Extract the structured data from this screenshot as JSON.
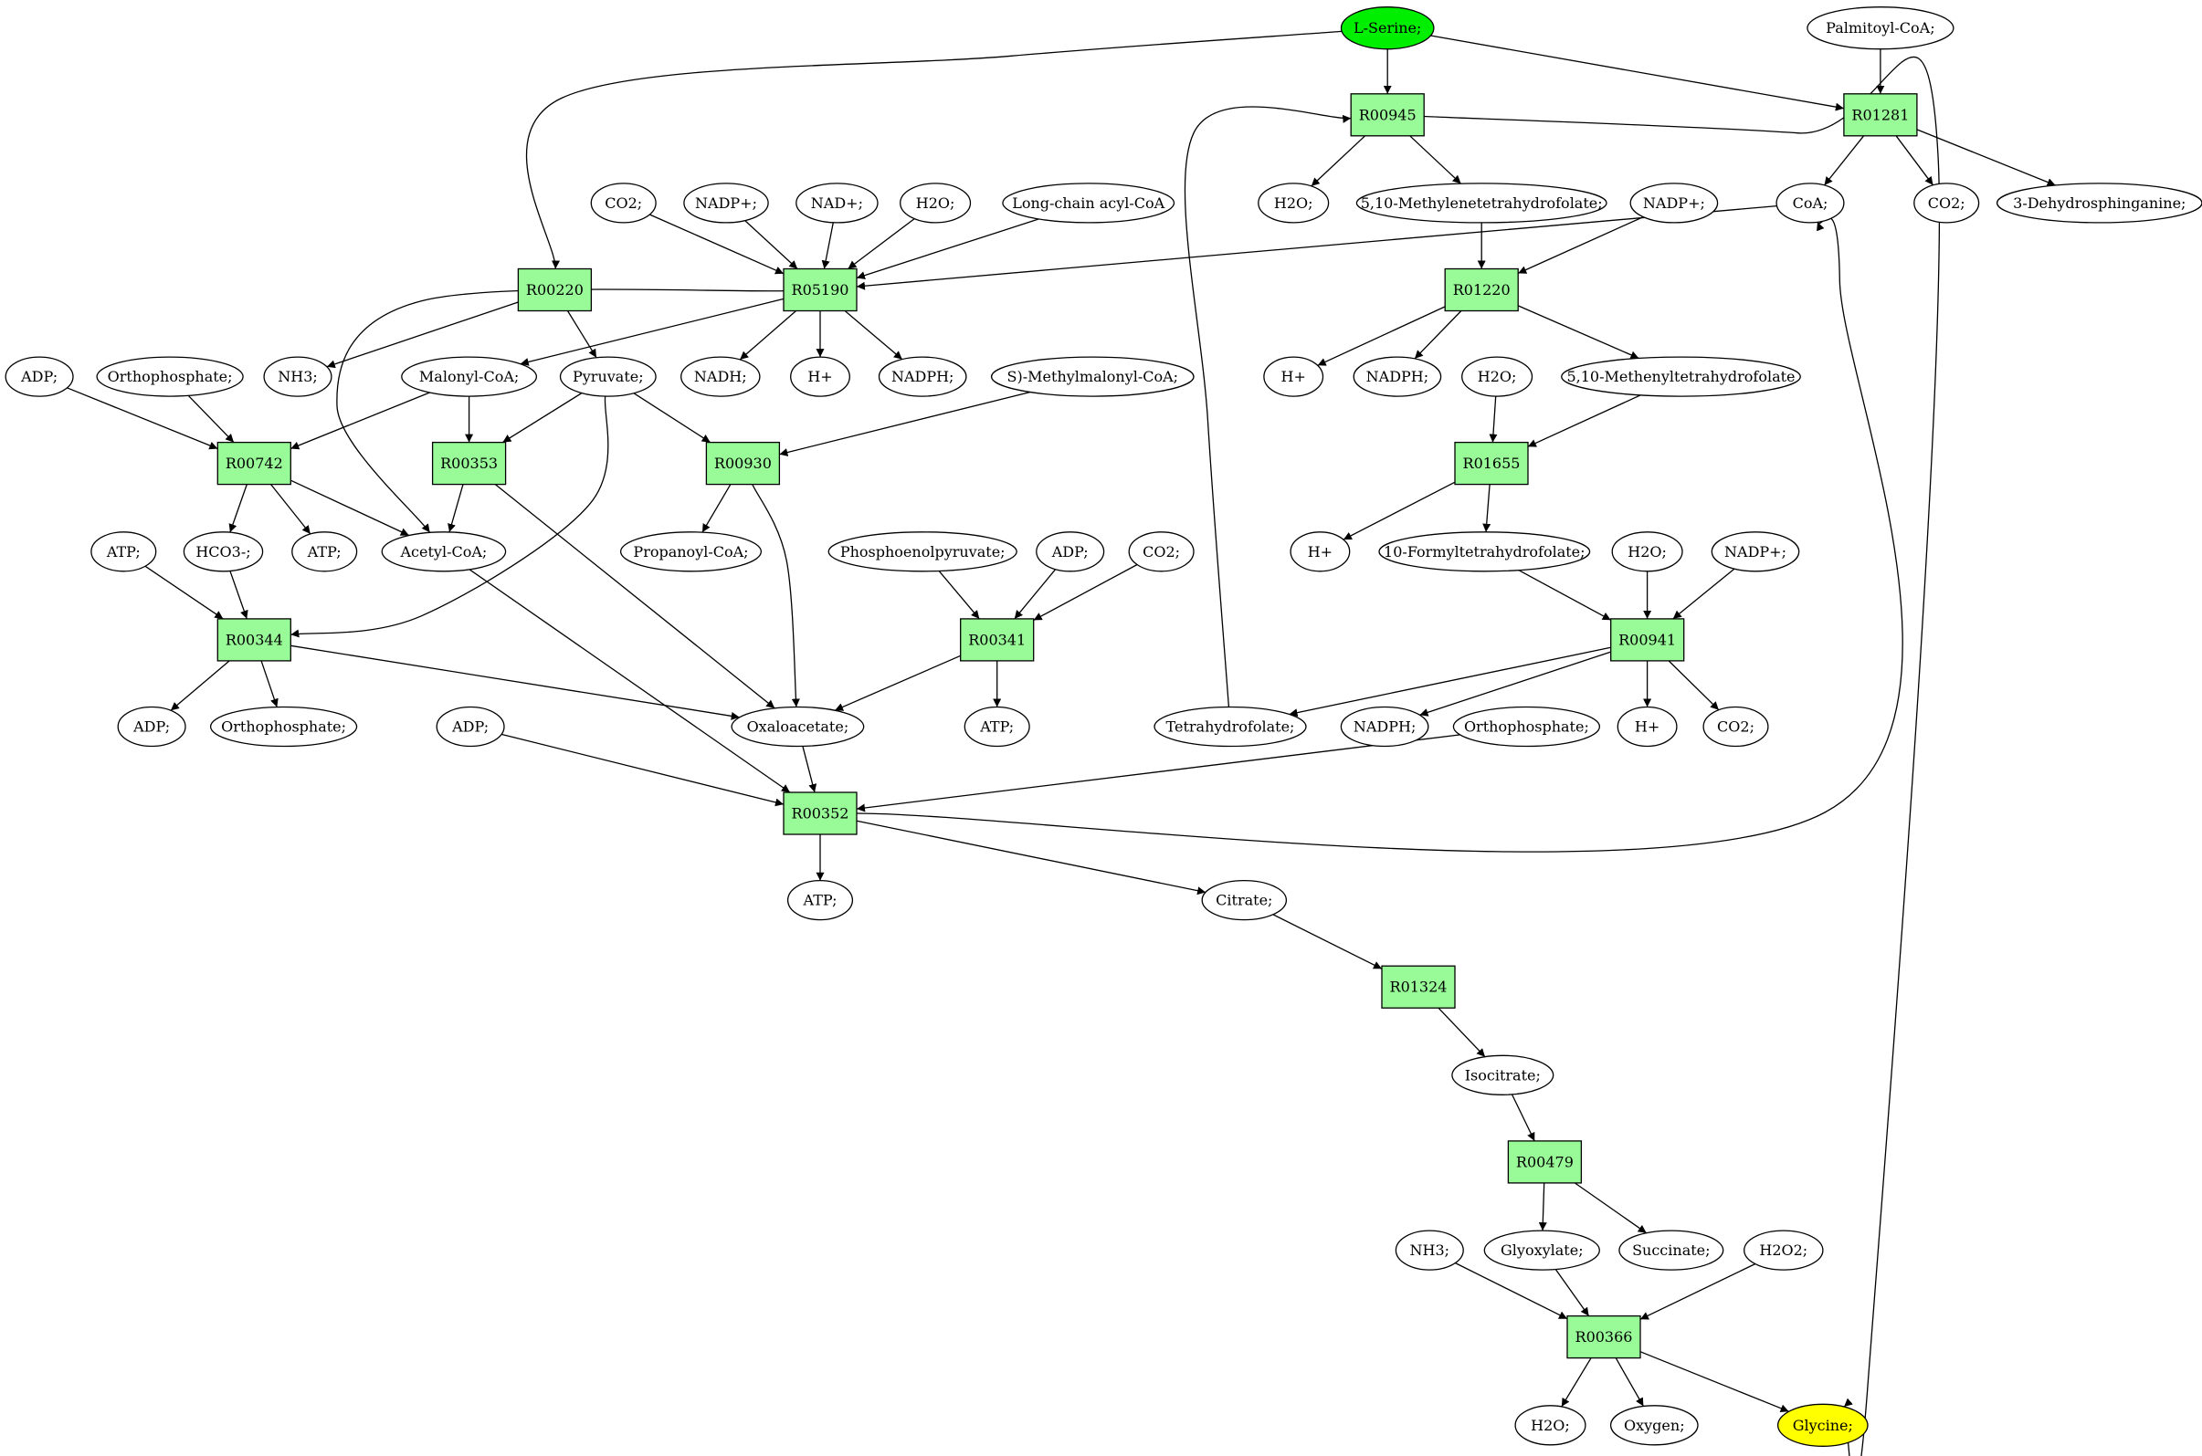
{
  "colors": {
    "reaction_fill": "#98fb98",
    "start_fill": "#00ee00",
    "end_fill": "#ffff00",
    "metabolite_fill": "#ffffff",
    "stroke": "#000000"
  },
  "nodes": [
    {
      "id": "L-Serine",
      "label": "L-Serine;",
      "kind": "start"
    },
    {
      "id": "Palmitoyl-CoA",
      "label": "Palmitoyl-CoA;",
      "kind": "metabolite"
    },
    {
      "id": "R00945",
      "label": "R00945",
      "kind": "reaction"
    },
    {
      "id": "R01281",
      "label": "R01281",
      "kind": "reaction"
    },
    {
      "id": "CO2_a",
      "label": "CO2;",
      "kind": "metabolite"
    },
    {
      "id": "NADP_a",
      "label": "NADP+;",
      "kind": "metabolite"
    },
    {
      "id": "NAD_a",
      "label": "NAD+;",
      "kind": "metabolite"
    },
    {
      "id": "H2O_a",
      "label": "H2O;",
      "kind": "metabolite"
    },
    {
      "id": "LongChain",
      "label": "Long-chain acyl-CoA",
      "kind": "metabolite"
    },
    {
      "id": "H2O_b",
      "label": "H2O;",
      "kind": "metabolite"
    },
    {
      "id": "MethyleneTHF",
      "label": "5,10-Methylenetetrahydrofolate;",
      "kind": "metabolite"
    },
    {
      "id": "NADP_b",
      "label": "NADP+;",
      "kind": "metabolite"
    },
    {
      "id": "CoA",
      "label": "CoA;",
      "kind": "metabolite"
    },
    {
      "id": "CO2_b",
      "label": "CO2;",
      "kind": "metabolite"
    },
    {
      "id": "Dehydrosph",
      "label": "3-Dehydrosphinganine;",
      "kind": "metabolite"
    },
    {
      "id": "R00220",
      "label": "R00220",
      "kind": "reaction"
    },
    {
      "id": "R05190",
      "label": "R05190",
      "kind": "reaction"
    },
    {
      "id": "R01220",
      "label": "R01220",
      "kind": "reaction"
    },
    {
      "id": "ADP_a",
      "label": "ADP;",
      "kind": "metabolite"
    },
    {
      "id": "Ortho_a",
      "label": "Orthophosphate;",
      "kind": "metabolite"
    },
    {
      "id": "NH3_a",
      "label": "NH3;",
      "kind": "metabolite"
    },
    {
      "id": "MalonylCoA",
      "label": "Malonyl-CoA;",
      "kind": "metabolite"
    },
    {
      "id": "Pyruvate",
      "label": "Pyruvate;",
      "kind": "metabolite"
    },
    {
      "id": "NADH",
      "label": "NADH;",
      "kind": "metabolite"
    },
    {
      "id": "H_a",
      "label": "H+",
      "kind": "metabolite"
    },
    {
      "id": "NADPH_a",
      "label": "NADPH;",
      "kind": "metabolite"
    },
    {
      "id": "SMethylmalonyl",
      "label": "S)-Methylmalonyl-CoA;",
      "kind": "metabolite"
    },
    {
      "id": "H_b",
      "label": "H+",
      "kind": "metabolite"
    },
    {
      "id": "NADPH_b",
      "label": "NADPH;",
      "kind": "metabolite"
    },
    {
      "id": "H2O_c",
      "label": "H2O;",
      "kind": "metabolite"
    },
    {
      "id": "MethenylTHF",
      "label": "5,10-Methenyltetrahydrofolate",
      "kind": "metabolite"
    },
    {
      "id": "R00742",
      "label": "R00742",
      "kind": "reaction"
    },
    {
      "id": "R00353",
      "label": "R00353",
      "kind": "reaction"
    },
    {
      "id": "R00930",
      "label": "R00930",
      "kind": "reaction"
    },
    {
      "id": "R01655",
      "label": "R01655",
      "kind": "reaction"
    },
    {
      "id": "ATP_a",
      "label": "ATP;",
      "kind": "metabolite"
    },
    {
      "id": "HCO3",
      "label": "HCO3-;",
      "kind": "metabolite"
    },
    {
      "id": "ATP_b",
      "label": "ATP;",
      "kind": "metabolite"
    },
    {
      "id": "AcetylCoA",
      "label": "Acetyl-CoA;",
      "kind": "metabolite"
    },
    {
      "id": "PropanoylCoA",
      "label": "Propanoyl-CoA;",
      "kind": "metabolite"
    },
    {
      "id": "PEP",
      "label": "Phosphoenolpyruvate;",
      "kind": "metabolite"
    },
    {
      "id": "ADP_b",
      "label": "ADP;",
      "kind": "metabolite"
    },
    {
      "id": "CO2_c",
      "label": "CO2;",
      "kind": "metabolite"
    },
    {
      "id": "H_c",
      "label": "H+",
      "kind": "metabolite"
    },
    {
      "id": "FormylTHF",
      "label": "10-Formyltetrahydrofolate;",
      "kind": "metabolite"
    },
    {
      "id": "H2O_d",
      "label": "H2O;",
      "kind": "metabolite"
    },
    {
      "id": "NADP_c",
      "label": "NADP+;",
      "kind": "metabolite"
    },
    {
      "id": "R00344",
      "label": "R00344",
      "kind": "reaction"
    },
    {
      "id": "R00341",
      "label": "R00341",
      "kind": "reaction"
    },
    {
      "id": "R00941",
      "label": "R00941",
      "kind": "reaction"
    },
    {
      "id": "ADP_c",
      "label": "ADP;",
      "kind": "metabolite"
    },
    {
      "id": "Ortho_b",
      "label": "Orthophosphate;",
      "kind": "metabolite"
    },
    {
      "id": "ADP_d",
      "label": "ADP;",
      "kind": "metabolite"
    },
    {
      "id": "Oxaloacetate",
      "label": "Oxaloacetate;",
      "kind": "metabolite"
    },
    {
      "id": "ATP_c",
      "label": "ATP;",
      "kind": "metabolite"
    },
    {
      "id": "THF",
      "label": "Tetrahydrofolate;",
      "kind": "metabolite"
    },
    {
      "id": "NADPH_c",
      "label": "NADPH;",
      "kind": "metabolite"
    },
    {
      "id": "Ortho_c",
      "label": "Orthophosphate;",
      "kind": "metabolite"
    },
    {
      "id": "H_d",
      "label": "H+",
      "kind": "metabolite"
    },
    {
      "id": "CO2_d",
      "label": "CO2;",
      "kind": "metabolite"
    },
    {
      "id": "R00352",
      "label": "R00352",
      "kind": "reaction"
    },
    {
      "id": "ATP_d",
      "label": "ATP;",
      "kind": "metabolite"
    },
    {
      "id": "Citrate",
      "label": "Citrate;",
      "kind": "metabolite"
    },
    {
      "id": "R01324",
      "label": "R01324",
      "kind": "reaction"
    },
    {
      "id": "Isocitrate",
      "label": "Isocitrate;",
      "kind": "metabolite"
    },
    {
      "id": "R00479",
      "label": "R00479",
      "kind": "reaction"
    },
    {
      "id": "NH3_b",
      "label": "NH3;",
      "kind": "metabolite"
    },
    {
      "id": "Glyoxylate",
      "label": "Glyoxylate;",
      "kind": "metabolite"
    },
    {
      "id": "Succinate",
      "label": "Succinate;",
      "kind": "metabolite"
    },
    {
      "id": "H2O2",
      "label": "H2O2;",
      "kind": "metabolite"
    },
    {
      "id": "R00366",
      "label": "R00366",
      "kind": "reaction"
    },
    {
      "id": "H2O_e",
      "label": "H2O;",
      "kind": "metabolite"
    },
    {
      "id": "Oxygen",
      "label": "Oxygen;",
      "kind": "metabolite"
    },
    {
      "id": "Glycine",
      "label": "Glycine;",
      "kind": "end"
    }
  ],
  "edges": [
    [
      "L-Serine",
      "R00945"
    ],
    [
      "L-Serine",
      "R01281"
    ],
    [
      "L-Serine",
      "R00220"
    ],
    [
      "Palmitoyl-CoA",
      "R01281"
    ],
    [
      "R00945",
      "H2O_b"
    ],
    [
      "R00945",
      "MethyleneTHF"
    ],
    [
      "R00945",
      "Glycine"
    ],
    [
      "R01281",
      "CoA"
    ],
    [
      "R01281",
      "CO2_b"
    ],
    [
      "R01281",
      "Dehydrosph"
    ],
    [
      "CO2_a",
      "R05190"
    ],
    [
      "NADP_a",
      "R05190"
    ],
    [
      "NAD_a",
      "R05190"
    ],
    [
      "H2O_a",
      "R05190"
    ],
    [
      "LongChain",
      "R05190"
    ],
    [
      "CoA",
      "R05190"
    ],
    [
      "R05190",
      "MalonylCoA"
    ],
    [
      "R05190",
      "AcetylCoA"
    ],
    [
      "R05190",
      "NADH"
    ],
    [
      "R05190",
      "H_a"
    ],
    [
      "R05190",
      "NADPH_a"
    ],
    [
      "R00220",
      "NH3_a"
    ],
    [
      "R00220",
      "Pyruvate"
    ],
    [
      "MethyleneTHF",
      "R01220"
    ],
    [
      "NADP_b",
      "R01220"
    ],
    [
      "R01220",
      "H_b"
    ],
    [
      "R01220",
      "NADPH_b"
    ],
    [
      "R01220",
      "MethenylTHF"
    ],
    [
      "ADP_a",
      "R00742"
    ],
    [
      "Ortho_a",
      "R00742"
    ],
    [
      "MalonylCoA",
      "R00742"
    ],
    [
      "R00742",
      "HCO3"
    ],
    [
      "R00742",
      "ATP_b"
    ],
    [
      "R00742",
      "AcetylCoA"
    ],
    [
      "MalonylCoA",
      "R00353"
    ],
    [
      "Pyruvate",
      "R00353"
    ],
    [
      "R00353",
      "AcetylCoA"
    ],
    [
      "R00353",
      "Oxaloacetate"
    ],
    [
      "Pyruvate",
      "R00930"
    ],
    [
      "SMethylmalonyl",
      "R00930"
    ],
    [
      "R00930",
      "PropanoylCoA"
    ],
    [
      "R00930",
      "Oxaloacetate"
    ],
    [
      "Pyruvate",
      "R00344"
    ],
    [
      "ATP_a",
      "R00344"
    ],
    [
      "HCO3",
      "R00344"
    ],
    [
      "R00344",
      "ADP_c"
    ],
    [
      "R00344",
      "Ortho_b"
    ],
    [
      "R00344",
      "Oxaloacetate"
    ],
    [
      "H2O_c",
      "R01655"
    ],
    [
      "MethenylTHF",
      "R01655"
    ],
    [
      "R01655",
      "H_c"
    ],
    [
      "R01655",
      "FormylTHF"
    ],
    [
      "PEP",
      "R00341"
    ],
    [
      "ADP_b",
      "R00341"
    ],
    [
      "CO2_c",
      "R00341"
    ],
    [
      "R00341",
      "Oxaloacetate"
    ],
    [
      "R00341",
      "ATP_c"
    ],
    [
      "FormylTHF",
      "R00941"
    ],
    [
      "H2O_d",
      "R00941"
    ],
    [
      "NADP_c",
      "R00941"
    ],
    [
      "R00941",
      "THF"
    ],
    [
      "R00941",
      "NADPH_c"
    ],
    [
      "R00941",
      "H_d"
    ],
    [
      "R00941",
      "CO2_d"
    ],
    [
      "THF",
      "R00945"
    ],
    [
      "ADP_d",
      "R00352"
    ],
    [
      "AcetylCoA",
      "R00352"
    ],
    [
      "Oxaloacetate",
      "R00352"
    ],
    [
      "R00352",
      "ATP_d"
    ],
    [
      "R00352",
      "Citrate"
    ],
    [
      "R00352",
      "CoA"
    ],
    [
      "Ortho_c",
      "R00352"
    ],
    [
      "Citrate",
      "R01324"
    ],
    [
      "R01324",
      "Isocitrate"
    ],
    [
      "Isocitrate",
      "R00479"
    ],
    [
      "R00479",
      "Glyoxylate"
    ],
    [
      "R00479",
      "Succinate"
    ],
    [
      "NH3_b",
      "R00366"
    ],
    [
      "Glyoxylate",
      "R00366"
    ],
    [
      "H2O2",
      "R00366"
    ],
    [
      "R00366",
      "H2O_e"
    ],
    [
      "R00366",
      "Oxygen"
    ],
    [
      "R00366",
      "Glycine"
    ]
  ]
}
